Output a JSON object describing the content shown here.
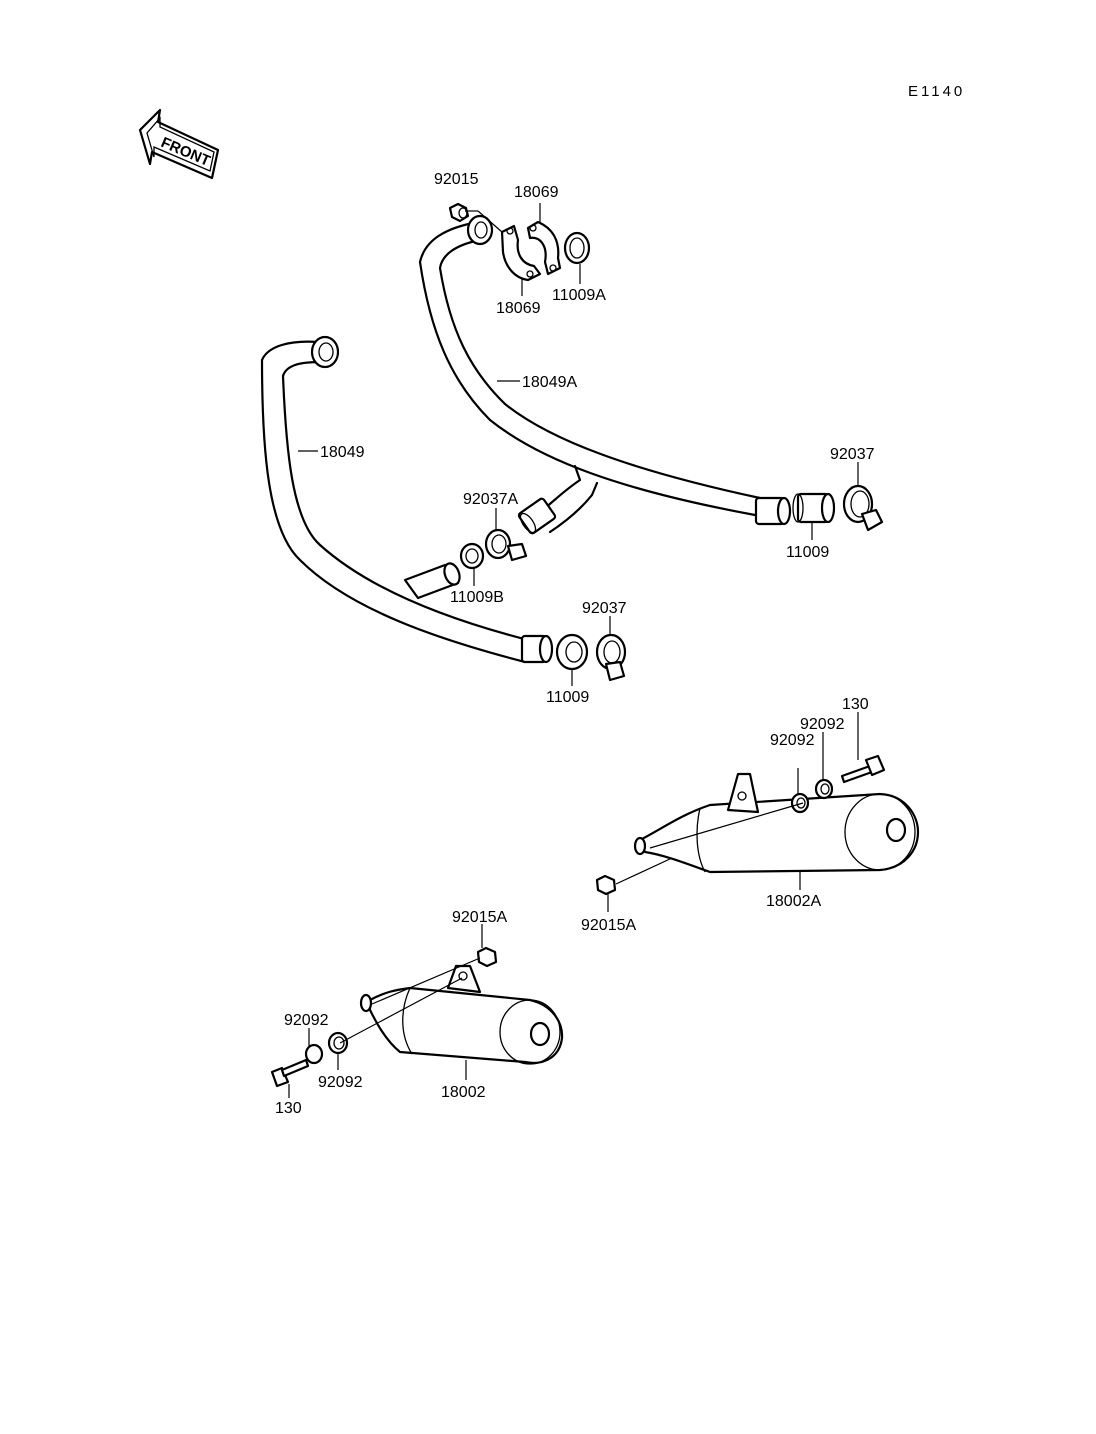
{
  "diagram_code": "E1140",
  "front_indicator": "FRONT",
  "labels": {
    "p92015": "92015",
    "p18069_top": "18069",
    "p18069_bottom": "18069",
    "p11009A": "11009A",
    "p18049A": "18049A",
    "p18049": "18049",
    "p92037_right": "92037",
    "p11009_right": "11009",
    "p92037A": "92037A",
    "p11009B": "11009B",
    "p92037_mid": "92037",
    "p11009_mid": "11009",
    "p130_right": "130",
    "p92092_right_a": "92092",
    "p92092_right_b": "92092",
    "p92015A_right": "92015A",
    "p18002A": "18002A",
    "p92015A_left": "92015A",
    "p92092_left_a": "92092",
    "p92092_left_b": "92092",
    "p130_left": "130",
    "p18002": "18002"
  }
}
